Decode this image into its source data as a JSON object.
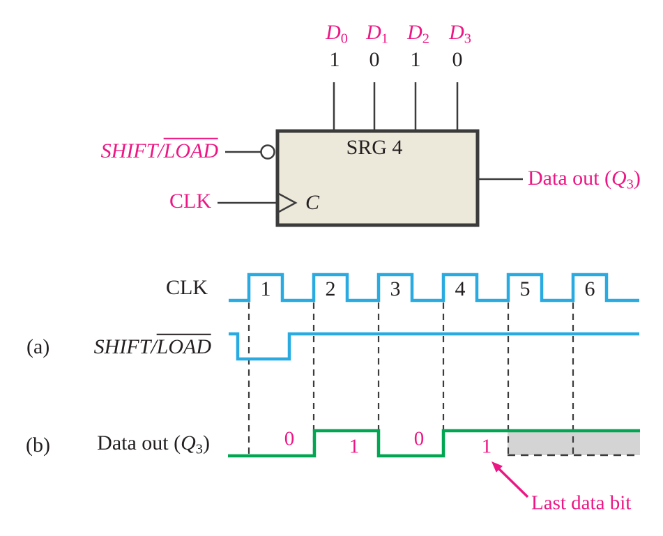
{
  "colors": {
    "magenta": "#ec1784",
    "waveform_blue": "#29abe2",
    "waveform_green": "#00a651",
    "shaded_gray": "#d4d4d4",
    "chip_fill": "#ece8da",
    "line_dark": "#3b3b3b",
    "ink": "#231f20"
  },
  "block": {
    "chip_label": "SRG 4",
    "clock_pin": "C",
    "inputs": [
      {
        "base": "D",
        "sub": "0",
        "value": "1"
      },
      {
        "base": "D",
        "sub": "1",
        "value": "0"
      },
      {
        "base": "D",
        "sub": "2",
        "value": "1"
      },
      {
        "base": "D",
        "sub": "3",
        "value": "0"
      }
    ],
    "shift_load": {
      "pre": "SHIFT/",
      "over": "LOAD"
    },
    "clk": "CLK",
    "data_out": {
      "pre": "Data out (",
      "base": "Q",
      "sub": "3",
      "post": ")"
    }
  },
  "timing": {
    "row_a": "(a)",
    "row_b": "(b)",
    "clk_label": "CLK",
    "shift_load": {
      "pre": "SHIFT/",
      "over": "LOAD"
    },
    "data_out": {
      "pre": "Data out (",
      "base": "Q",
      "sub": "3",
      "post": ")"
    },
    "clock_pulses": [
      "1",
      "2",
      "3",
      "4",
      "5",
      "6"
    ],
    "data_bits": [
      "0",
      "1",
      "0",
      "1"
    ],
    "annotation": "Last data bit"
  }
}
